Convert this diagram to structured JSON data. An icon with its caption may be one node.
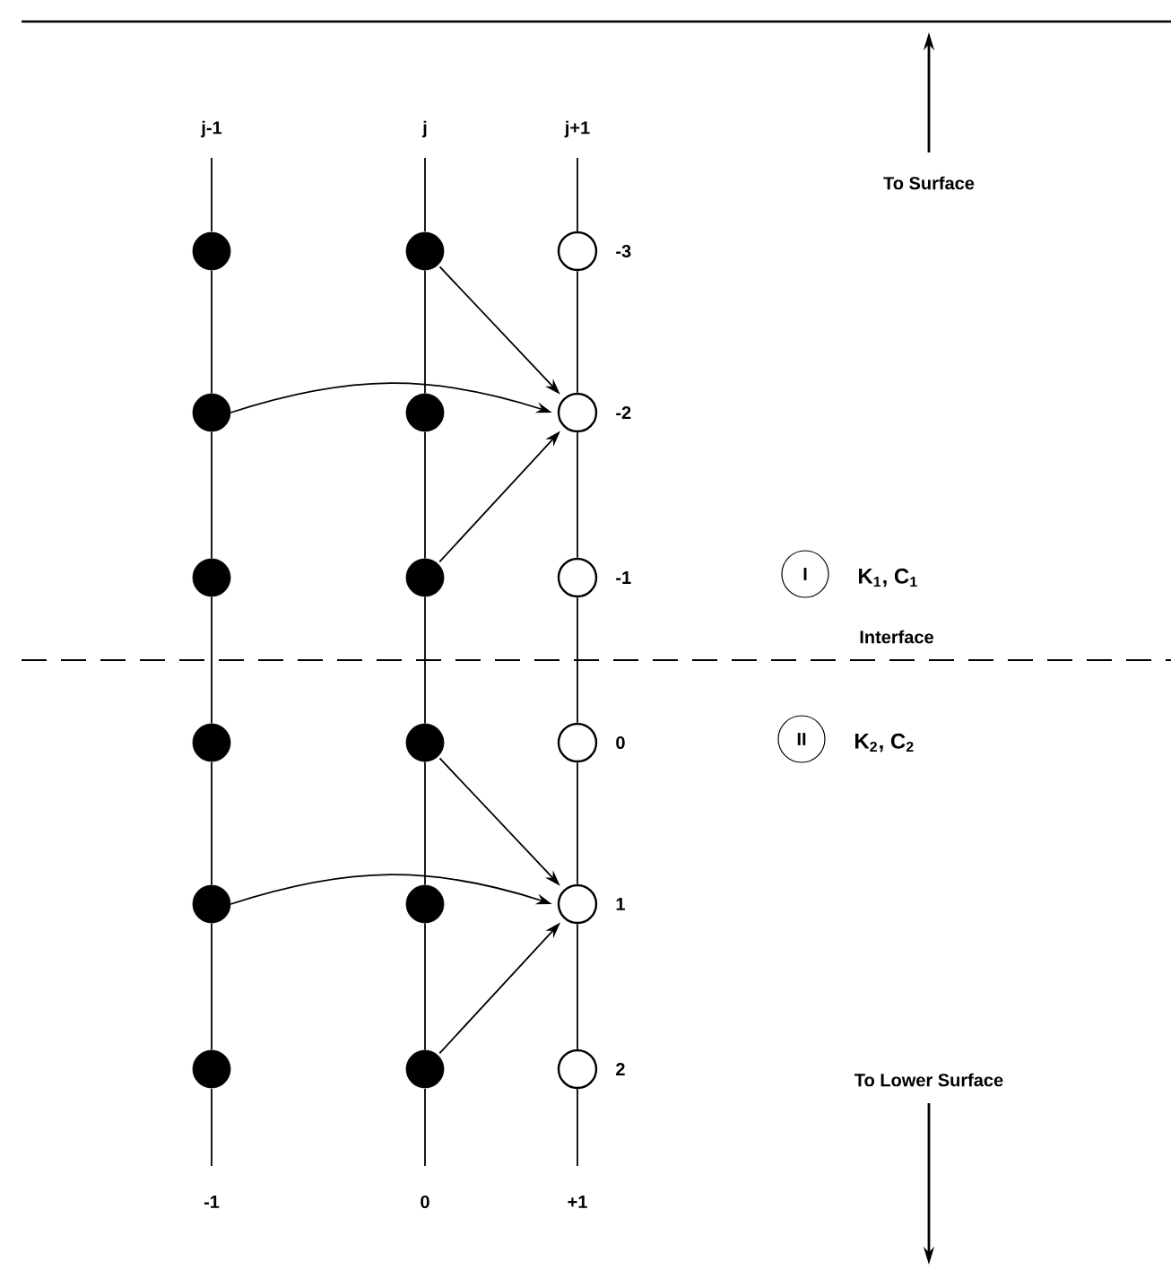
{
  "diagram": {
    "nodes": [
      {
        "text": [],
        "shape": "circle"
      },
      {
        "text": [],
        "shape": "circle"
      },
      {
        "text": [],
        "shape": "circle",
        "beside": [
          "-3"
        ]
      },
      {
        "text": [],
        "shape": "circle"
      },
      {
        "text": [],
        "shape": "circle"
      },
      {
        "text": [],
        "shape": "circle",
        "beside": [
          "-2"
        ]
      },
      {
        "text": [],
        "shape": "circle"
      },
      {
        "text": [],
        "shape": "circle"
      },
      {
        "text": [],
        "shape": "circle",
        "beside": [
          "-1"
        ]
      },
      {
        "text": [],
        "shape": "circle"
      },
      {
        "text": [],
        "shape": "circle"
      },
      {
        "text": [],
        "shape": "circle",
        "beside": [
          "0"
        ]
      },
      {
        "text": [],
        "shape": "circle"
      },
      {
        "text": [],
        "shape": "circle"
      },
      {
        "text": [],
        "shape": "circle",
        "beside": [
          "1"
        ]
      },
      {
        "text": [],
        "shape": "circle"
      },
      {
        "text": [],
        "shape": "circle"
      },
      {
        "text": [],
        "shape": "circle",
        "beside": [
          "2"
        ]
      },
      {
        "text": [
          "I"
        ],
        "beside": [
          "K$_{1}$, C$_{1}$"
        ]
      },
      {
        "text": [
          "II"
        ],
        "beside": [
          "K$_{2}$, C$_{2}$"
        ]
      }
    ],
    "edges": [
      {
        "from": 0,
        "to": 3,
        "arrow": "none"
      },
      {
        "from": 3,
        "to": 6,
        "arrow": "none"
      },
      {
        "from": 6,
        "to": 9,
        "arrow": "none"
      },
      {
        "from": 9,
        "to": 12,
        "arrow": "none"
      },
      {
        "from": 12,
        "to": 15,
        "arrow": "none"
      },
      {
        "from": 1,
        "to": 4,
        "arrow": "none"
      },
      {
        "from": 4,
        "to": 7,
        "arrow": "none"
      },
      {
        "from": 7,
        "to": 10,
        "arrow": "none"
      },
      {
        "from": 10,
        "to": 13,
        "arrow": "none"
      },
      {
        "from": 13,
        "to": 16,
        "arrow": "none"
      },
      {
        "from": 2,
        "to": 5,
        "arrow": "none"
      },
      {
        "from": 5,
        "to": 8,
        "arrow": "none"
      },
      {
        "from": 8,
        "to": 11,
        "arrow": "none"
      },
      {
        "from": 11,
        "to": 14,
        "arrow": "none"
      },
      {
        "from": 14,
        "to": 17,
        "arrow": "none"
      },
      {
        "from": 1,
        "to": 5,
        "arrow": "to"
      },
      {
        "from": 3,
        "to": 5,
        "arrow": "to"
      },
      {
        "from": 7,
        "to": 5,
        "arrow": "to"
      },
      {
        "from": 10,
        "to": 14,
        "arrow": "to"
      },
      {
        "from": 12,
        "to": 14,
        "arrow": "to"
      },
      {
        "from": 16,
        "to": 14,
        "arrow": "to"
      }
    ],
    "labels": [
      "j-1",
      "j",
      "j+1",
      "To Surface",
      "Interface",
      "To Lower Surface",
      "-1",
      "0",
      "+1"
    ]
  }
}
